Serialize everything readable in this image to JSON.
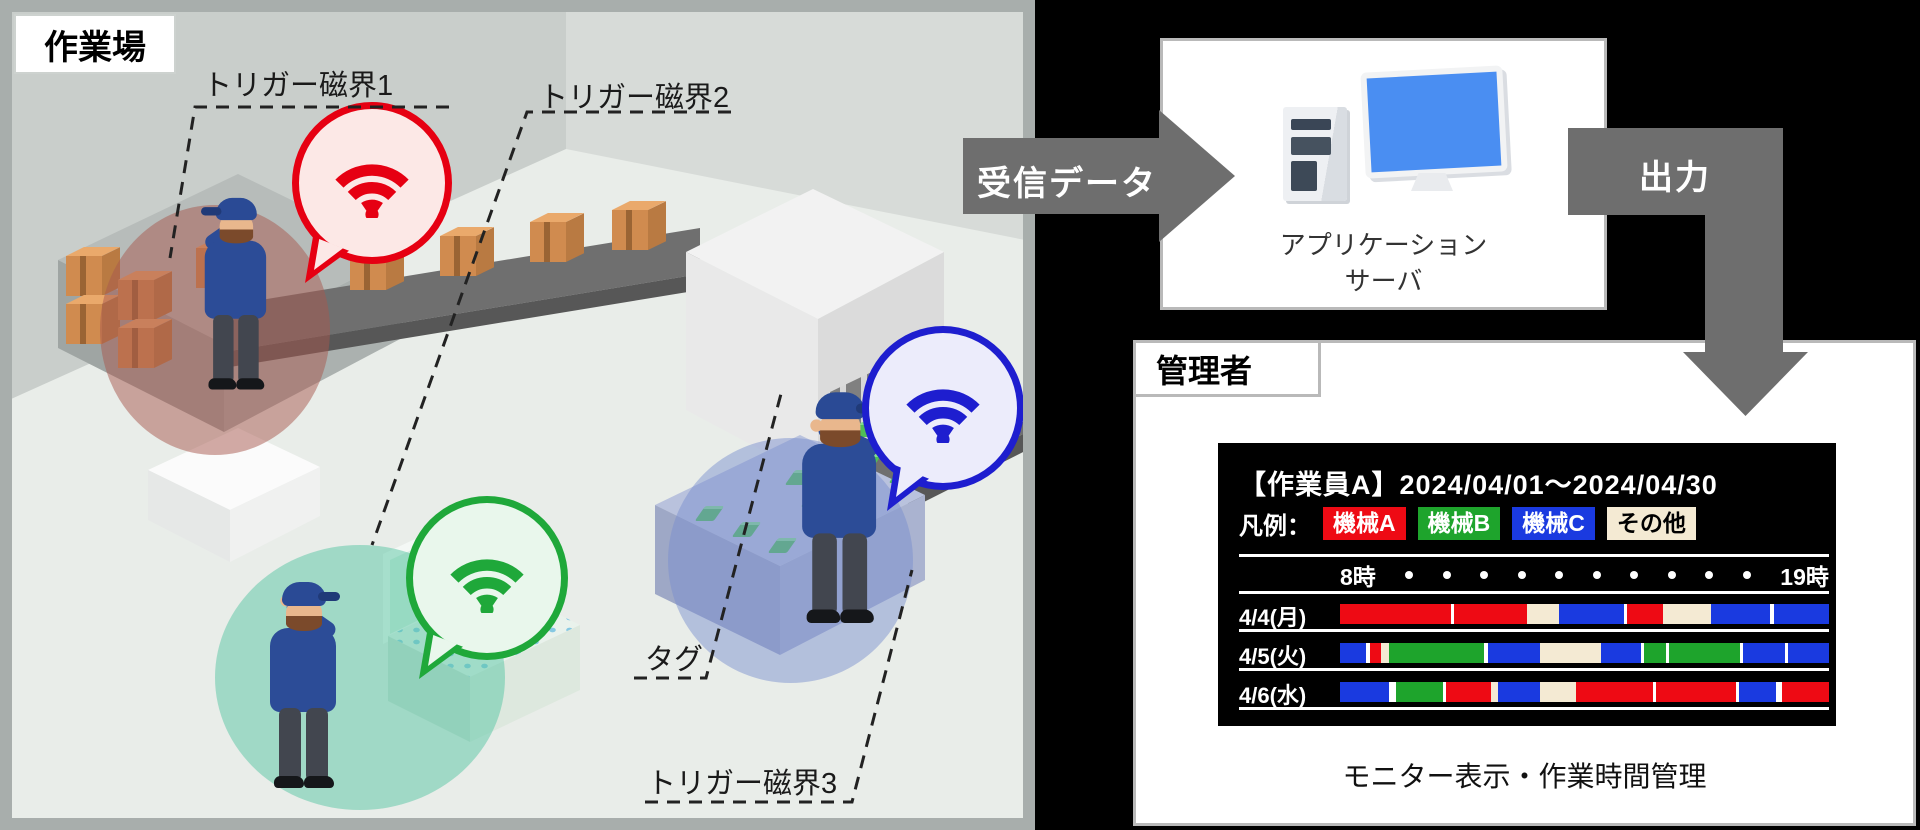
{
  "workplace": {
    "label": "作業場",
    "annotations": {
      "trigger1": "トリガー磁界1",
      "trigger2": "トリガー磁界2",
      "trigger3": "トリガー磁界3",
      "tag": "タグ"
    }
  },
  "flow": {
    "received_data": "受信データ",
    "output": "出力",
    "server_line1": "アプリケーション",
    "server_line2": "サーバ"
  },
  "admin": {
    "label": "管理者",
    "caption": "モニター表示・作業時間管理"
  },
  "colors": {
    "bubble_red": "#e60012",
    "bubble_green": "#1fa83a",
    "bubble_blue": "#1e1ecf",
    "arrow_gray": "#6e6e6e",
    "monitor_bg": "#000000",
    "screen_blue": "#4a8ef2"
  },
  "chart_data": {
    "type": "timeline-gantt",
    "title": "【作業員A】2024/04/01～2024/04/30",
    "legend_label": "凡例：",
    "legend": [
      {
        "label": "機械A",
        "bg": "#ee0a14",
        "fg": "#ffffff"
      },
      {
        "label": "機械B",
        "bg": "#1ea42c",
        "fg": "#ffffff"
      },
      {
        "label": "機械C",
        "bg": "#1a3ae0",
        "fg": "#ffffff"
      },
      {
        "label": "その他",
        "bg": "#f4ead3",
        "fg": "#000000"
      }
    ],
    "axis": {
      "start_label": "8時",
      "end_label": "19時",
      "dot_count": 10
    },
    "colors": {
      "A": "#ee0a14",
      "B": "#1ea42c",
      "C": "#1a3ae0",
      "O": "#f4ead3",
      "gap": "#ffffff"
    },
    "rows": [
      {
        "label": "4/4(月)",
        "segments": [
          [
            "A",
            22.7
          ],
          [
            "gap",
            0.6
          ],
          [
            "A",
            15.0
          ],
          [
            "O",
            6.4
          ],
          [
            "C",
            13.3
          ],
          [
            "gap",
            0.7
          ],
          [
            "A",
            7.4
          ],
          [
            "O",
            9.7
          ],
          [
            "C",
            12.2
          ],
          [
            "gap",
            0.7
          ],
          [
            "C",
            11.3
          ]
        ]
      },
      {
        "label": "4/5(火)",
        "segments": [
          [
            "C",
            5.4
          ],
          [
            "gap",
            0.7
          ],
          [
            "A",
            2.3
          ],
          [
            "O",
            1.7
          ],
          [
            "B",
            19.4
          ],
          [
            "gap",
            0.7
          ],
          [
            "C",
            10.7
          ],
          [
            "O",
            12.4
          ],
          [
            "C",
            8.2
          ],
          [
            "gap",
            0.6
          ],
          [
            "B",
            4.5
          ],
          [
            "gap",
            0.6
          ],
          [
            "B",
            14.6
          ],
          [
            "gap",
            0.6
          ],
          [
            "C",
            8.6
          ],
          [
            "gap",
            0.7
          ],
          [
            "C",
            8.3
          ]
        ]
      },
      {
        "label": "4/6(水)",
        "segments": [
          [
            "C",
            10.1
          ],
          [
            "gap",
            1.3
          ],
          [
            "B",
            9.6
          ],
          [
            "gap",
            0.7
          ],
          [
            "A",
            9.2
          ],
          [
            "O",
            1.5
          ],
          [
            "C",
            8.5
          ],
          [
            "O",
            7.3
          ],
          [
            "A",
            15.8
          ],
          [
            "gap",
            0.7
          ],
          [
            "A",
            16.3
          ],
          [
            "gap",
            0.7
          ],
          [
            "C",
            7.5
          ],
          [
            "gap",
            1.3
          ],
          [
            "A",
            9.5
          ]
        ]
      }
    ]
  }
}
